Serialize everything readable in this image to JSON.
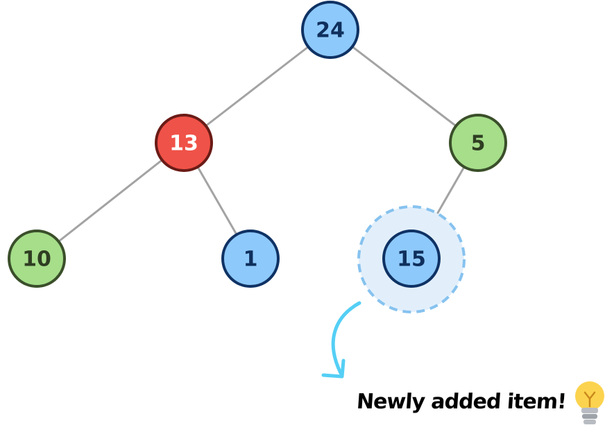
{
  "diagram": {
    "type": "binary-tree",
    "nodes": [
      {
        "id": "n24",
        "label": "24",
        "color": "blue"
      },
      {
        "id": "n13",
        "label": "13",
        "color": "red"
      },
      {
        "id": "n5",
        "label": "5",
        "color": "green"
      },
      {
        "id": "n10",
        "label": "10",
        "color": "green"
      },
      {
        "id": "n1",
        "label": "1",
        "color": "blue"
      },
      {
        "id": "n15",
        "label": "15",
        "color": "blue",
        "highlighted": true
      }
    ],
    "edges": [
      [
        "n24",
        "n13"
      ],
      [
        "n24",
        "n5"
      ],
      [
        "n13",
        "n10"
      ],
      [
        "n13",
        "n1"
      ],
      [
        "n5",
        "n15"
      ]
    ],
    "annotation": {
      "text": "Newly added item!",
      "icon": "lightbulb-icon"
    }
  },
  "colors": {
    "blue_fill": "#8ec9fb",
    "blue_stroke": "#0f3264",
    "blue_text": "#0f2f5c",
    "red_fill": "#ef5248",
    "red_stroke": "#6a1b16",
    "red_text": "#ffffff",
    "green_fill": "#a6de8a",
    "green_stroke": "#3a4f2a",
    "green_text": "#2f3e22",
    "edge": "#a3a3a3",
    "highlight_fill": "#e2effb",
    "highlight_dash": "#86c2ef",
    "arrow": "#54cff5",
    "bulb": "#fcd34e"
  }
}
